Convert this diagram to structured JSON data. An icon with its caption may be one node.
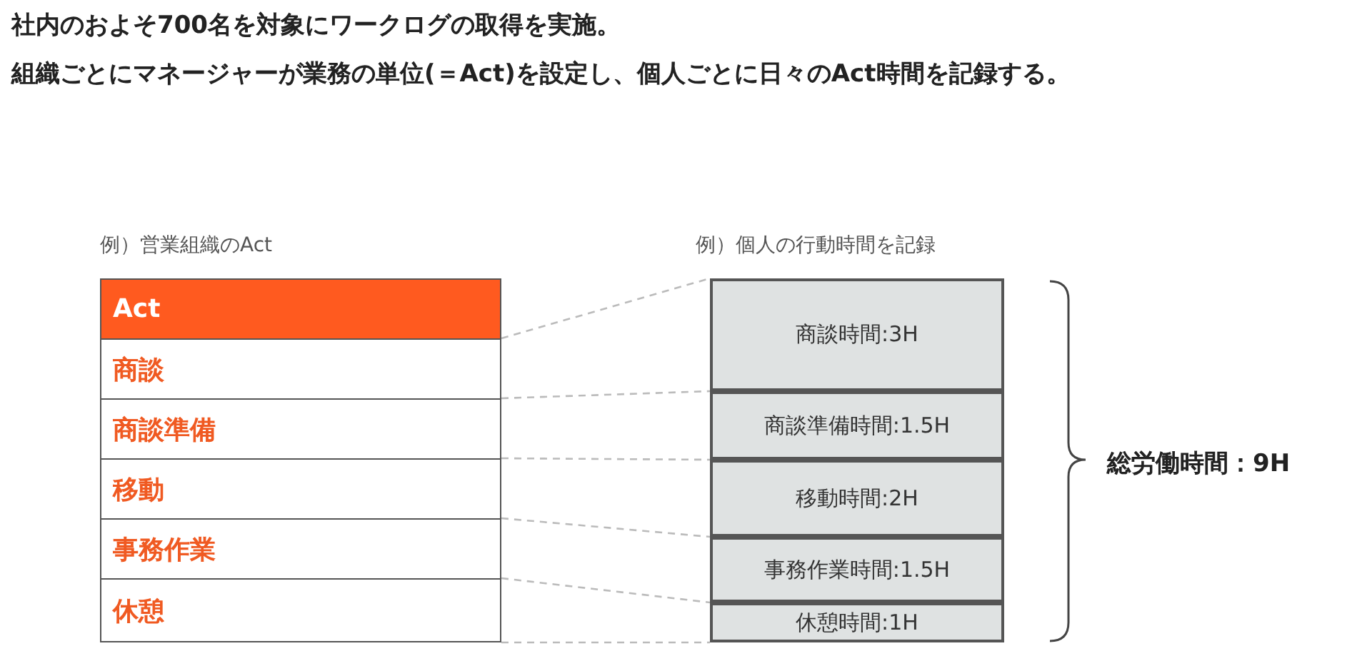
{
  "diagram": {
    "title": "社内のおよそ700名を対象にワークログの取得を実施。",
    "nodes": [
      {
        "text": [
          "Act"
        ]
      },
      {
        "text": [
          "商談"
        ]
      },
      {
        "text": [
          "商談準備"
        ]
      },
      {
        "text": [
          "移動"
        ]
      },
      {
        "text": [
          "事務作業"
        ]
      },
      {
        "text": [
          "休憩"
        ]
      },
      {
        "text": [
          "商談時間:3H"
        ]
      },
      {
        "text": [
          "商談準備時間:1.5H"
        ]
      },
      {
        "text": [
          "移動時間:2H"
        ]
      },
      {
        "text": [
          "事務作業時間:1.5H"
        ]
      },
      {
        "text": [
          "休憩時間:1H"
        ]
      }
    ],
    "edges": [
      {
        "from": 1,
        "to": 6,
        "arrow": "none",
        "style": "dashed"
      },
      {
        "from": 2,
        "to": 7,
        "arrow": "none",
        "style": "dashed"
      },
      {
        "from": 3,
        "to": 8,
        "arrow": "none",
        "style": "dashed"
      },
      {
        "from": 4,
        "to": 9,
        "arrow": "none",
        "style": "dashed"
      },
      {
        "from": 5,
        "to": 10,
        "arrow": "none",
        "style": "dashed"
      },
      {
        "from": 5,
        "to": 10,
        "arrow": "none",
        "style": "dashed"
      }
    ],
    "labels": [
      "組織ごとにマネージャーが業務の単位(＝Act)を設定し、個人ごとに日々のAct時間を記録する。",
      "例）営業組織のAct",
      "例）個人の行動時間を記録",
      "総労働時間：9H"
    ]
  }
}
